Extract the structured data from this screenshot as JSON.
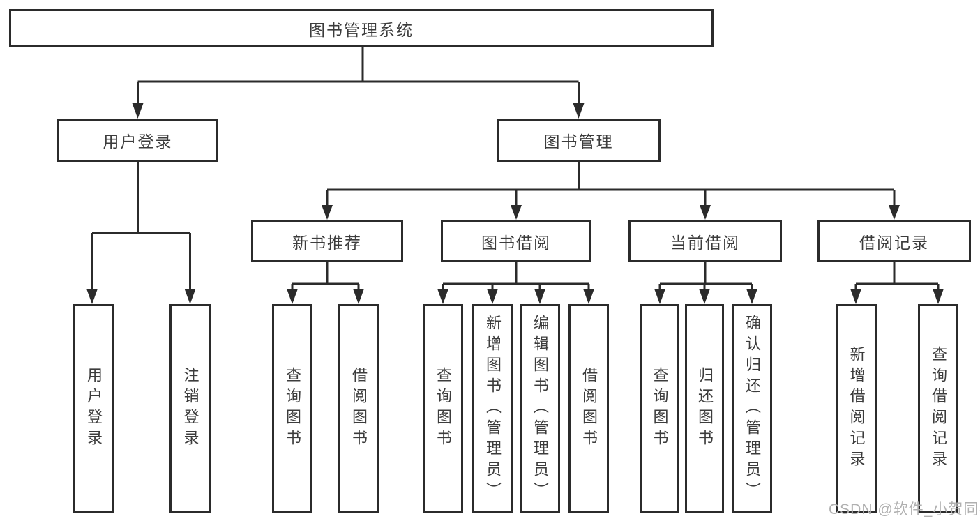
{
  "diagram": {
    "root": {
      "label": "图书管理系统"
    },
    "branches": [
      {
        "label": "用户登录",
        "children": [
          {
            "label": "用户登录"
          },
          {
            "label": "注销登录"
          }
        ]
      },
      {
        "label": "图书管理",
        "children": [
          {
            "label": "新书推荐",
            "children": [
              {
                "label": "查询图书"
              },
              {
                "label": "借阅图书"
              }
            ]
          },
          {
            "label": "图书借阅",
            "children": [
              {
                "label": "查询图书"
              },
              {
                "label": "新增图书（管理员）"
              },
              {
                "label": "编辑图书（管理员）"
              },
              {
                "label": "借阅图书"
              }
            ]
          },
          {
            "label": "当前借阅",
            "children": [
              {
                "label": "查询图书"
              },
              {
                "label": "归还图书"
              },
              {
                "label": "确认归还（管理员）"
              }
            ]
          },
          {
            "label": "借阅记录",
            "children": [
              {
                "label": "新增借阅记录"
              },
              {
                "label": "查询借阅记录"
              }
            ]
          }
        ]
      }
    ]
  },
  "watermark": {
    "text": "CSDN @软件_小贺同学"
  },
  "colors": {
    "line": "#2b2b2b",
    "box_border": "#2b2b2b",
    "text": "#3c3c3c",
    "watermark": "#b0b0b0",
    "background": "#ffffff"
  }
}
